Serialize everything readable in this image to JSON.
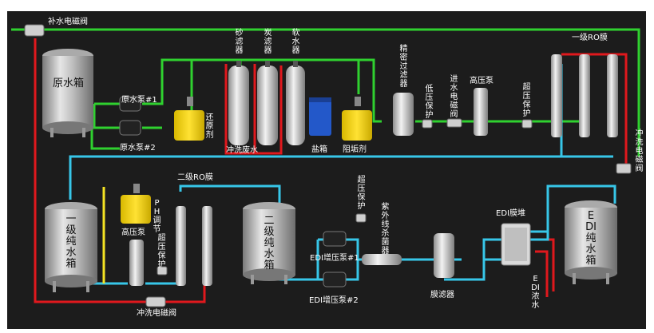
{
  "colors": {
    "green": "#2fd12f",
    "red": "#e0181d",
    "cyan": "#37c6e8",
    "yellow": "#f5e323",
    "background": "#1c1c1c",
    "tank": "#c9c9c9",
    "tank_yellow": "#f2d200"
  },
  "labels": {
    "make_up_valve": "补水电磁阀",
    "raw_tank": "原水箱",
    "raw_pump_1": "原水泵#1",
    "raw_pump_2": "原水泵#2",
    "reducer": "还原剂",
    "sand_filter": "砂滤器",
    "carbon_filter": "炭滤器",
    "softener": "软水器",
    "flush_waste": "冲洗废水",
    "salt_box": "盐箱",
    "scale_inhibitor": "阻垢剂",
    "precision_filter": "精密过滤器",
    "low_pressure": "低压保护",
    "inlet_valve": "进水电磁阀",
    "hp_pump_1": "高压泵",
    "over_pressure_1": "超压保护",
    "ro1": "一级RO膜",
    "flush_valve_right": "冲洗电磁阀",
    "tank1": "一级纯水箱",
    "ph_adjust": "PH调节",
    "hp_pump_2": "高压泵",
    "over_pressure_2": "超压保护",
    "ro2": "二级RO膜",
    "tank2": "二级纯水箱",
    "over_pressure_3": "超压保护",
    "edi_pump_1": "EDI增压泵#1",
    "edi_pump_2": "EDI增压泵#2",
    "uv": "紫外线杀菌器",
    "membrane_filter": "膜滤器",
    "edi_stack": "EDI膜堆",
    "edi_concentrate": "EDI浓水",
    "edi_tank": "EDI纯水箱",
    "flush_valve_bottom": "冲洗电磁阀"
  }
}
